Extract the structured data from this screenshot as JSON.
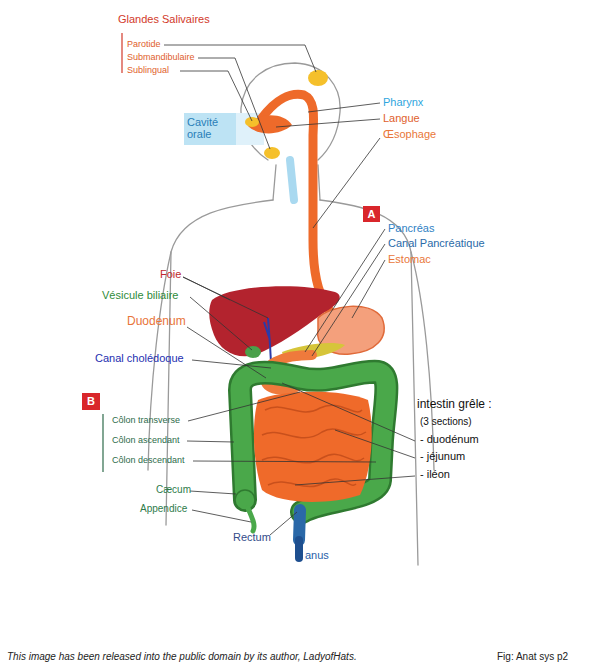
{
  "diagram": {
    "caption": "This image has been released into the public domain by its author, LadyofHats.",
    "nodes": [
      {
        "text": [
          "Cavité orale"
        ]
      },
      {
        "text": [
          "A"
        ]
      },
      {
        "text": [
          "B"
        ]
      }
    ],
    "labels": [
      "Glandes Salivaires",
      "Parotide",
      "Submandibulaire",
      "Sublingual",
      "Pharynx",
      "Langue",
      "Œsophage",
      "Pancréas",
      "Canal Pancréatique",
      "Estomac",
      "Foie",
      "Vésicule biliaire",
      "Duodenum",
      "Canal cholédoque",
      "Côlon transverse",
      "Côlon ascendant",
      "Côlon descendant",
      "intestin grêle :",
      "(3 sections)",
      "- duodénum",
      "- jéjunum",
      "- iléon",
      "Cæcum",
      "Appendice",
      "Rectum",
      "anus",
      "Fig: Anat sys p2"
    ]
  }
}
